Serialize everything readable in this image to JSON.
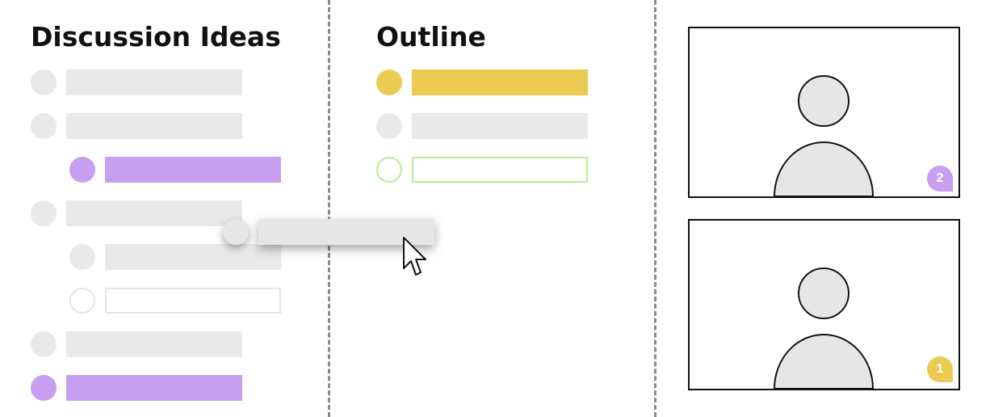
{
  "columns": {
    "discussion": {
      "title": "Discussion Ideas"
    },
    "outline": {
      "title": "Outline"
    }
  },
  "colors": {
    "purple": "#c89ef0",
    "yellow": "#ebcb52",
    "green_outline": "#b8ec9c",
    "gray_placeholder": "#e9e9e9",
    "divider": "#8a8a8a"
  },
  "videos": [
    {
      "participant_badge": "2",
      "badge_color": "#c89ef0"
    },
    {
      "participant_badge": "1",
      "badge_color": "#ebcb52"
    }
  ],
  "icons": {
    "cursor": "arrow-cursor-icon",
    "person": "person-silhouette-icon"
  }
}
